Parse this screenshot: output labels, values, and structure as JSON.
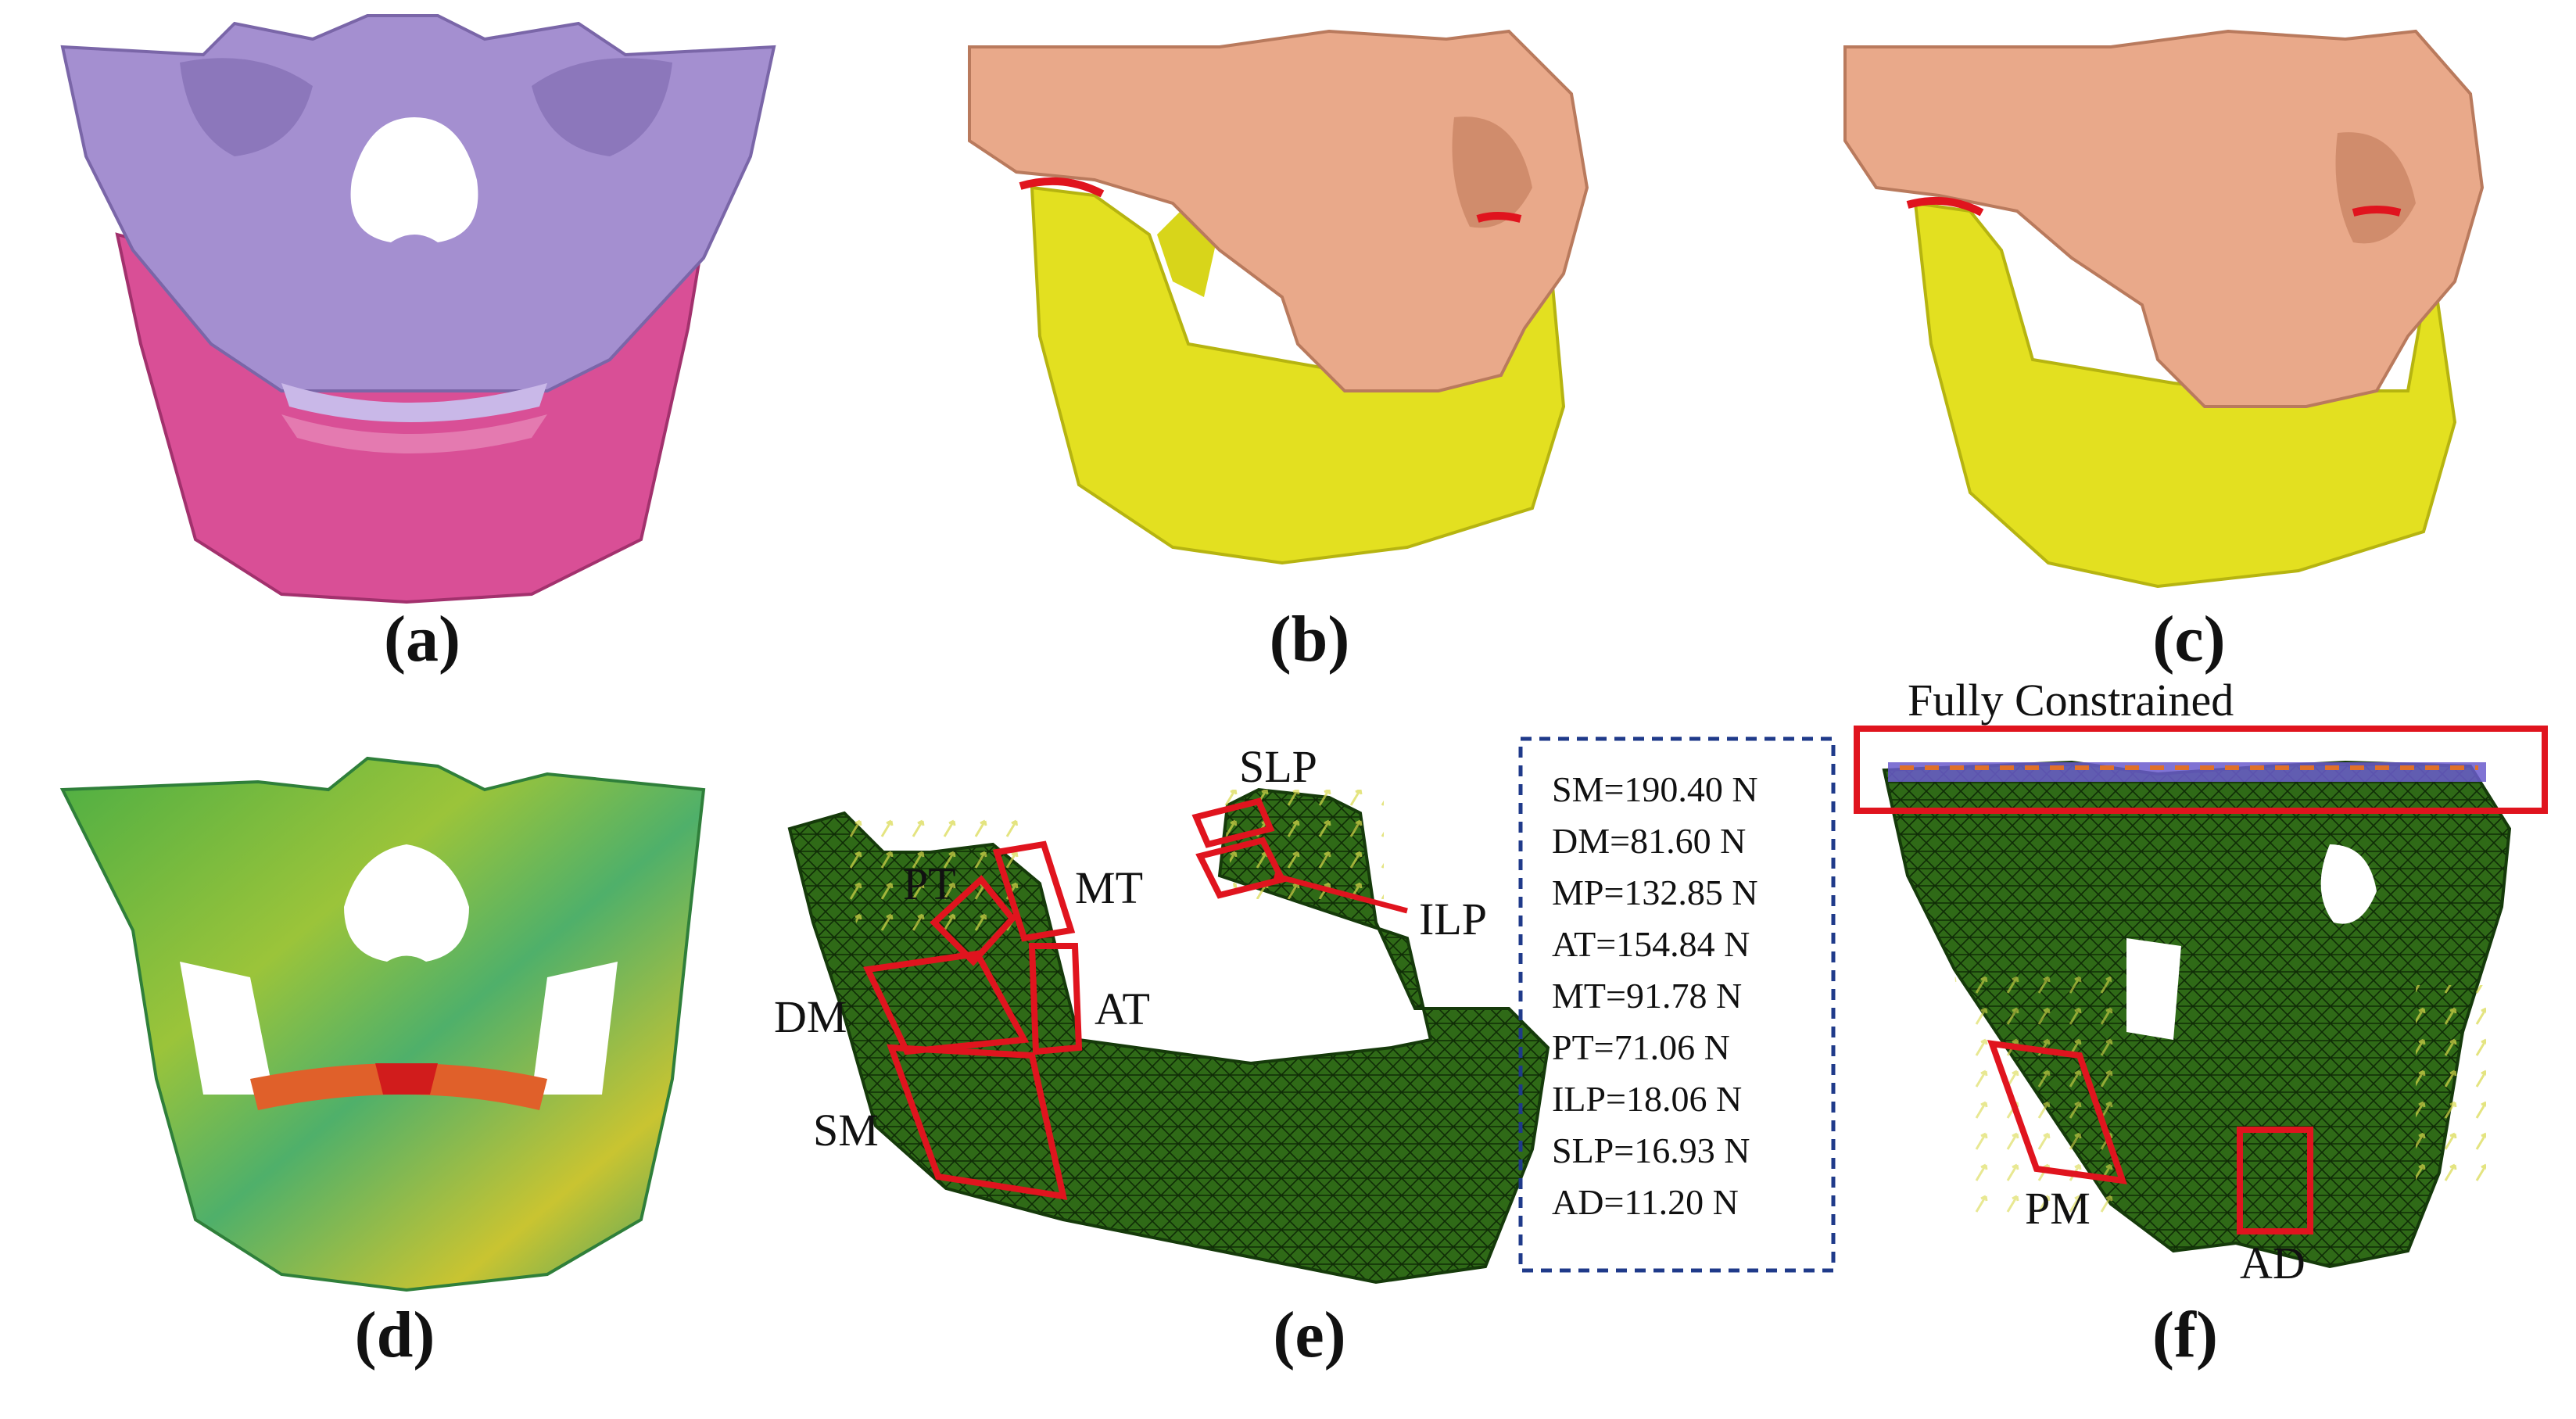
{
  "panels": {
    "a": {
      "caption": "(a)",
      "colors": {
        "maxilla": "#a48fd0",
        "mandible": "#d94f96"
      }
    },
    "b": {
      "caption": "(b)",
      "colors": {
        "maxilla": "#e9a98a",
        "mandible": "#e3e020",
        "disc": "#e0141e"
      }
    },
    "c": {
      "caption": "(c)",
      "colors": {
        "maxilla": "#e9a98a",
        "mandible": "#e3e020",
        "disc": "#e0141e"
      }
    },
    "d": {
      "caption": "(d)"
    },
    "e": {
      "caption": "(e)",
      "muscle_labels": {
        "pt": "PT",
        "mt": "MT",
        "dm": "DM",
        "at": "AT",
        "sm": "SM",
        "slp": "SLP",
        "ilp": "ILP"
      },
      "mesh_color": "#2f6a17"
    },
    "f": {
      "caption": "(f)",
      "constraint_label": "Fully Constrained",
      "muscle_labels": {
        "pm": "PM",
        "ad": "AD"
      },
      "mesh_color": "#2f6a17"
    }
  },
  "forces": [
    "SM=190.40 N",
    "DM=81.60 N",
    "MP=132.85 N",
    "AT=154.84 N",
    "MT=91.78 N",
    "PT=71.06 N",
    "ILP=18.06 N",
    "SLP=16.93 N",
    "AD=11.20 N"
  ],
  "colors": {
    "annotation_box": "#e0141e",
    "legend_border": "#1f3a8a"
  }
}
